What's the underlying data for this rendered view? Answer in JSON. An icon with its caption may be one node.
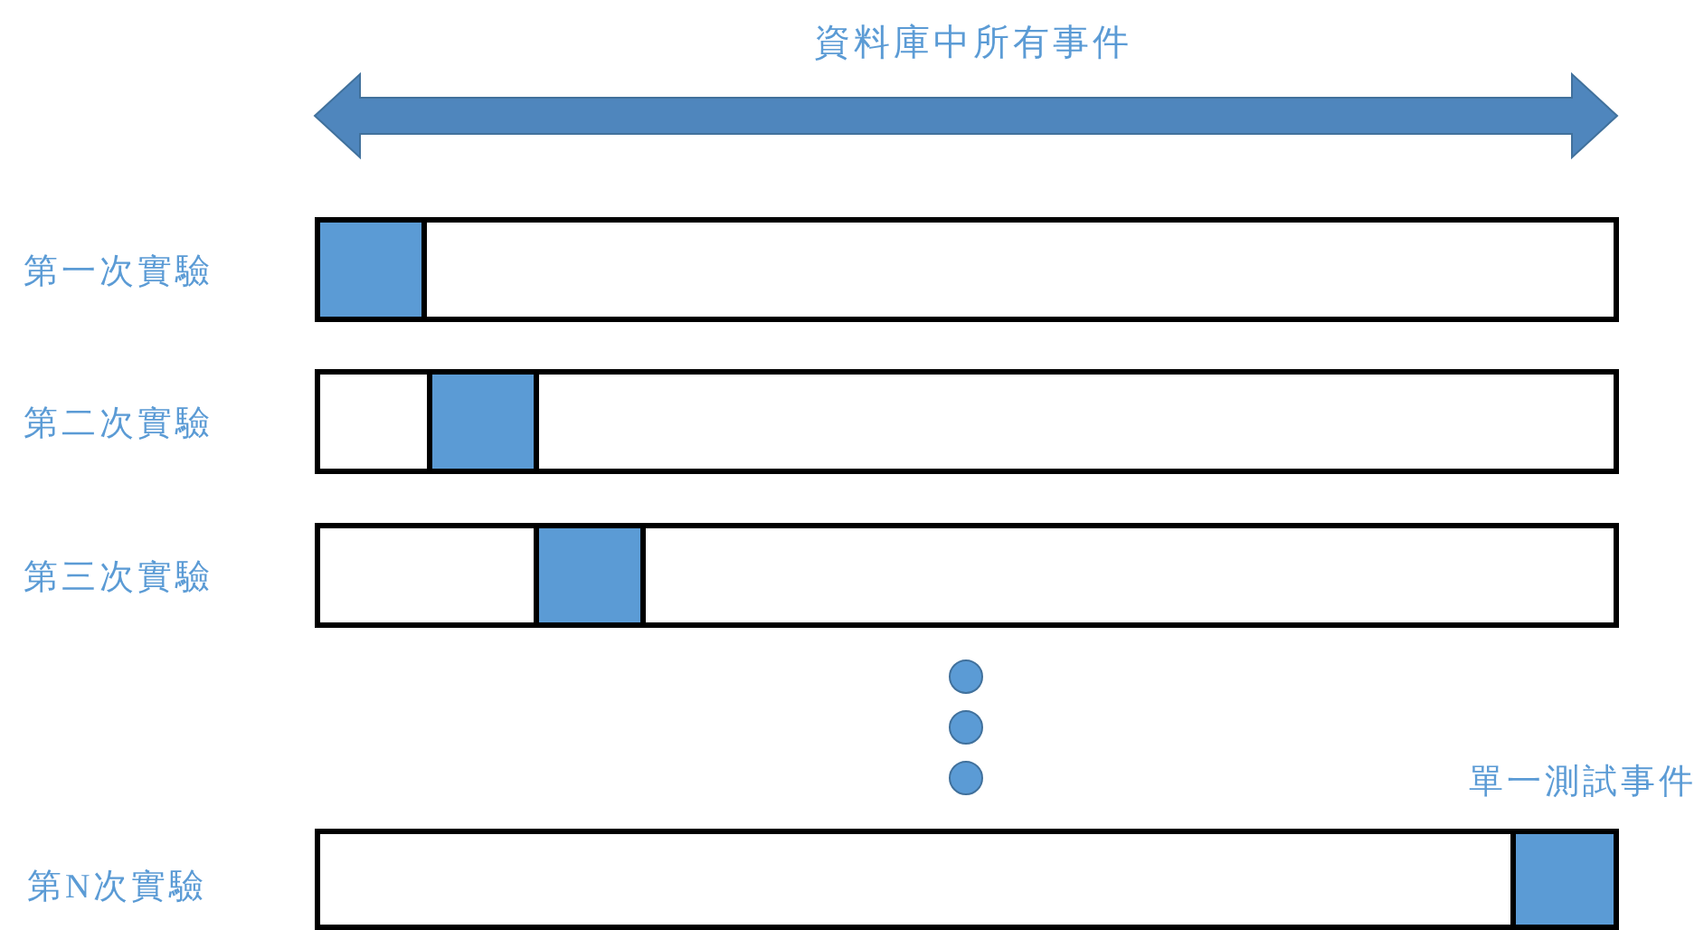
{
  "diagram": {
    "nodes": [
      {
        "text": [],
        "shape": "bar",
        "beside": [
          "第一次實驗"
        ]
      },
      {
        "text": [],
        "shape": "box",
        "in": 0
      },
      {
        "text": [],
        "shape": "bar",
        "beside": [
          "第二次實驗"
        ]
      },
      {
        "text": [],
        "shape": "box",
        "in": 2
      },
      {
        "text": [],
        "shape": "bar",
        "beside": [
          "第三次實驗"
        ]
      },
      {
        "text": [],
        "shape": "box",
        "in": 4
      },
      {
        "text": [],
        "shape": "bar",
        "beside": [
          "第N次實驗"
        ]
      },
      {
        "text": [],
        "shape": "box",
        "in": 6,
        "beside": [
          "單一測試事件"
        ]
      }
    ],
    "edges": [],
    "labels": [
      "資料庫中所有事件"
    ]
  }
}
